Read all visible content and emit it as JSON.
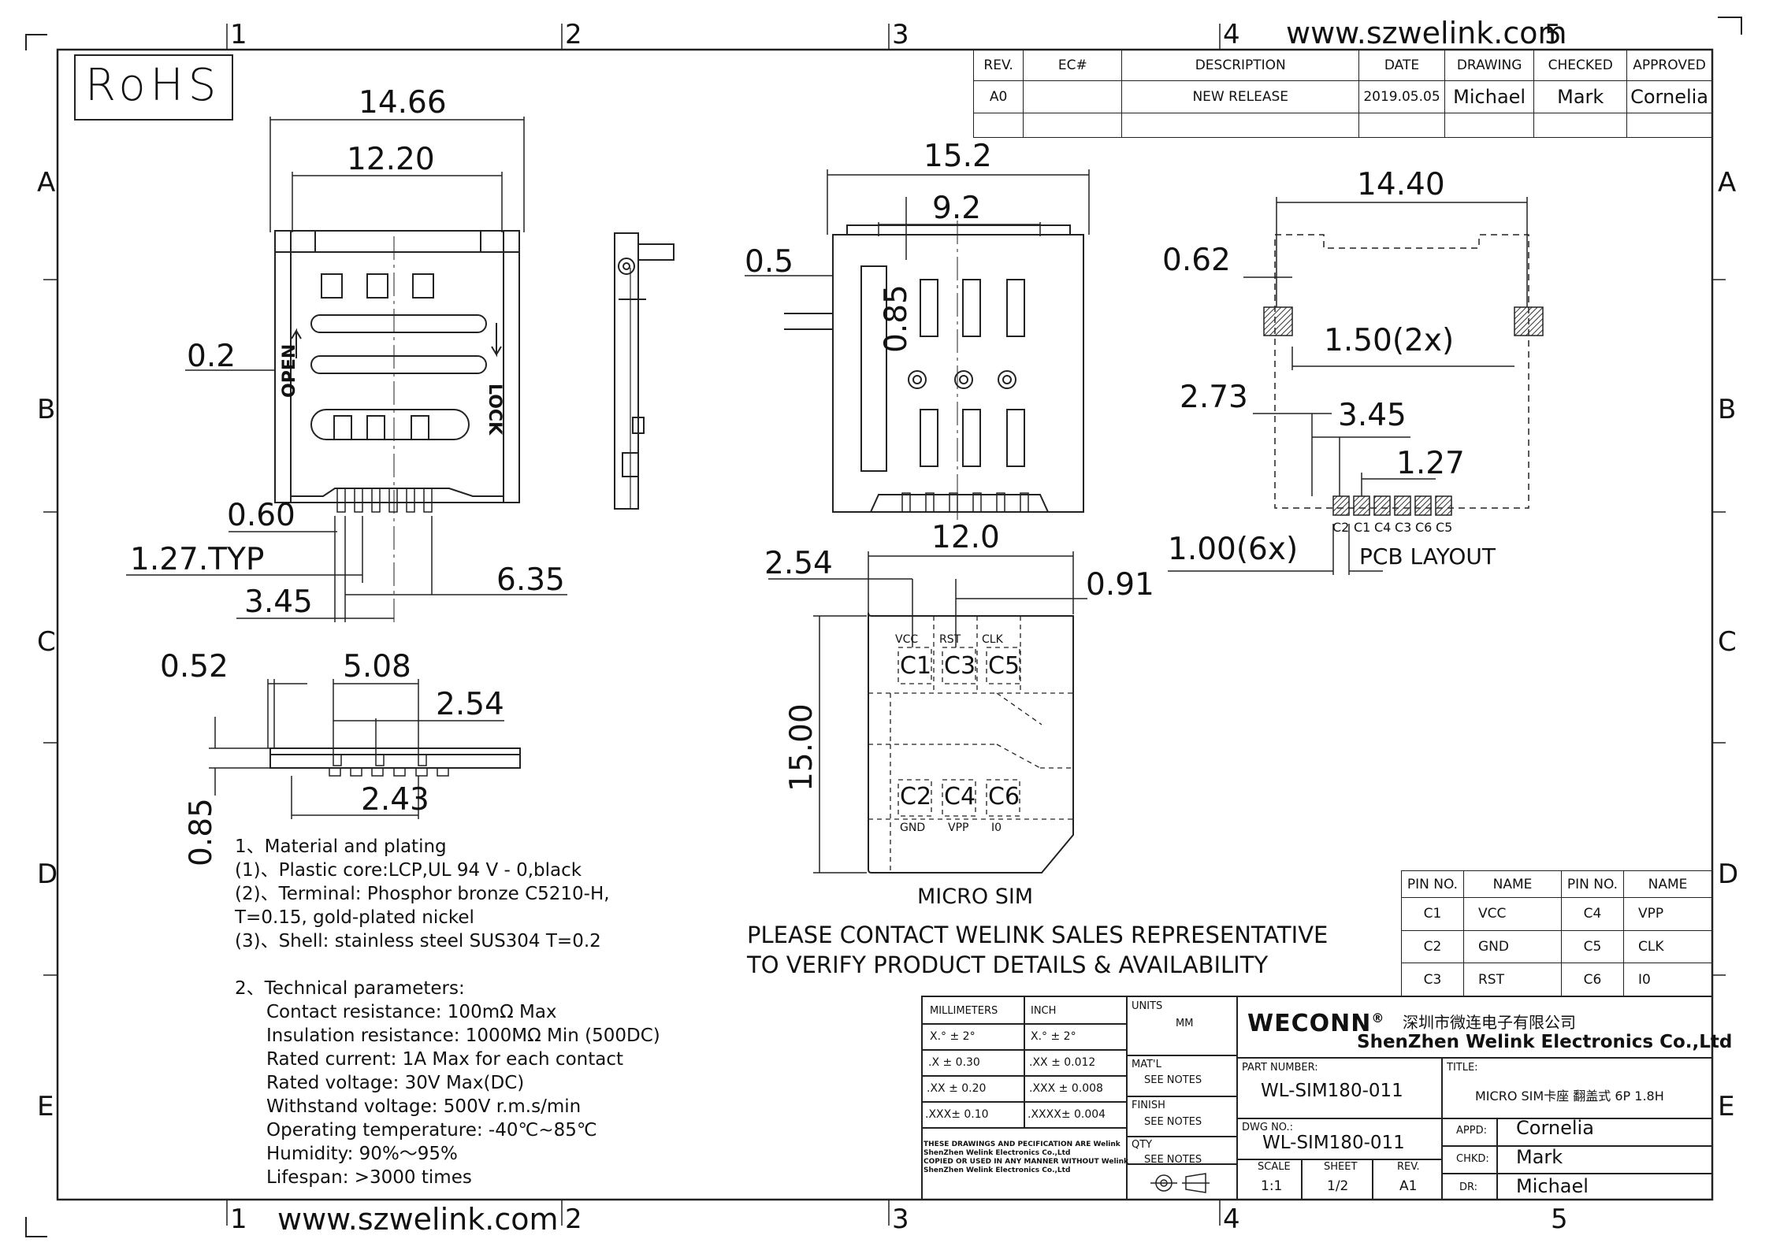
{
  "website": "www.szwelink.com",
  "rohs": "RoHS",
  "zone_numbers": [
    "1",
    "2",
    "3",
    "4",
    "5"
  ],
  "zone_letters": [
    "A",
    "B",
    "C",
    "D",
    "E"
  ],
  "revision_table": {
    "headers": [
      "REV.",
      "EC#",
      "DESCRIPTION",
      "DATE",
      "DRAWING",
      "CHECKED",
      "APPROVED"
    ],
    "row": [
      "A0",
      "",
      "NEW RELEASE",
      "2019.05.05",
      "Michael",
      "Mark",
      "Cornelia"
    ]
  },
  "top_view": {
    "dims": [
      "14.66",
      "12.20",
      "0.2",
      "0.60",
      "1.27.TYP",
      "3.45",
      "6.35"
    ],
    "labels": {
      "open": "OPEN",
      "lock": "LOCK"
    }
  },
  "front_view": {
    "dims": [
      "0.52",
      "5.08",
      "2.54",
      "2.43",
      "0.85"
    ]
  },
  "bottom_view": {
    "dims": [
      "15.2",
      "9.2",
      "0.5",
      "0.85"
    ]
  },
  "pcb_layout": {
    "dims": [
      "14.40",
      "0.62",
      "1.50(2x)",
      "2.73",
      "3.45",
      "1.27",
      "1.00(6x)"
    ],
    "pads": [
      "C2",
      "C1",
      "C4",
      "C3",
      "C6",
      "C5"
    ],
    "title": "PCB LAYOUT"
  },
  "micro_sim": {
    "dims": [
      "12.0",
      "2.54",
      "0.91",
      "15.00"
    ],
    "top_signals": [
      "VCC",
      "RST",
      "CLK"
    ],
    "top_contacts": [
      "C1",
      "C3",
      "C5"
    ],
    "bottom_contacts": [
      "C2",
      "C4",
      "C6"
    ],
    "bottom_signals": [
      "GND",
      "VPP",
      "I0"
    ],
    "title": "MICRO SIM"
  },
  "notes": {
    "material": [
      "1、Material and plating",
      "(1)、Plastic core:LCP,UL 94 V - 0,black",
      "(2)、Terminal: Phosphor bronze C5210-H,",
      "T=0.15, gold-plated nickel",
      "(3)、Shell: stainless steel SUS304 T=0.2"
    ],
    "technical": [
      "2、Technical parameters:",
      "Contact resistance: 100mΩ Max",
      "Insulation resistance: 1000MΩ Min (500DC)",
      "Rated current: 1A Max for each contact",
      "Rated voltage: 30V Max(DC)",
      "Withstand voltage: 500V r.m.s/min",
      "Operating temperature: -40℃~85℃",
      "Humidity: 90%～95%",
      "Lifespan: >3000 times"
    ]
  },
  "contact_notice": [
    "PLEASE CONTACT WELINK SALES REPRESENTATIVE",
    "TO VERIFY PRODUCT DETAILS & AVAILABILITY"
  ],
  "pin_table": {
    "headers": [
      "PIN NO.",
      "NAME",
      "PIN NO.",
      "NAME"
    ],
    "rows": [
      [
        "C1",
        "VCC",
        "C4",
        "VPP"
      ],
      [
        "C2",
        "GND",
        "C5",
        "CLK"
      ],
      [
        "C3",
        "RST",
        "C6",
        "I0"
      ]
    ]
  },
  "title_block": {
    "tolerance_headers": [
      "MILLIMETERS",
      "INCH"
    ],
    "tolerances": [
      [
        "X.° ± 2°",
        "X.° ± 2°"
      ],
      [
        ".X ± 0.30",
        ".XX ± 0.012"
      ],
      [
        ".XX ± 0.20",
        ".XXX ± 0.008"
      ],
      [
        ".XXX± 0.10",
        ".XXXX± 0.004"
      ]
    ],
    "units_label": "UNITS",
    "units_value": "MM",
    "matl_label": "MAT'L",
    "matl_value": "SEE NOTES",
    "finish_label": "FINISH",
    "finish_value": "SEE NOTES",
    "qty_label": "QTY",
    "qty_value": "SEE NOTES",
    "disclaimer": [
      "THESE DRAWINGS AND PECIFICATION  ARE Welink",
      "ShenZhen Welink Electronics Co.,Ltd",
      "COPIED OR USED IN ANY MANNER WITHOUT Welink",
      "ShenZhen Welink Electronics Co.,Ltd"
    ],
    "brand": "WECONN",
    "brand_mark": "®",
    "company_cn": "深圳市微连电子有限公司",
    "company_en": "ShenZhen Welink Electronics Co.,Ltd",
    "part_number_label": "PART NUMBER:",
    "part_number": "WL-SIM180-011",
    "title_label": "TITLE:",
    "title": "MICRO SIM卡座 翻盖式 6P 1.8H",
    "dwg_label": "DWG NO.:",
    "dwg_no": "WL-SIM180-011",
    "scale_label": "SCALE",
    "scale": "1:1",
    "sheet_label": "SHEET",
    "sheet": "1/2",
    "rev_label": "REV.",
    "rev": "A1",
    "appd_label": "APPD:",
    "appd": "Cornelia",
    "chkd_label": "CHKD:",
    "chkd": "Mark",
    "dr_label": "DR:",
    "dr": "Michael"
  }
}
